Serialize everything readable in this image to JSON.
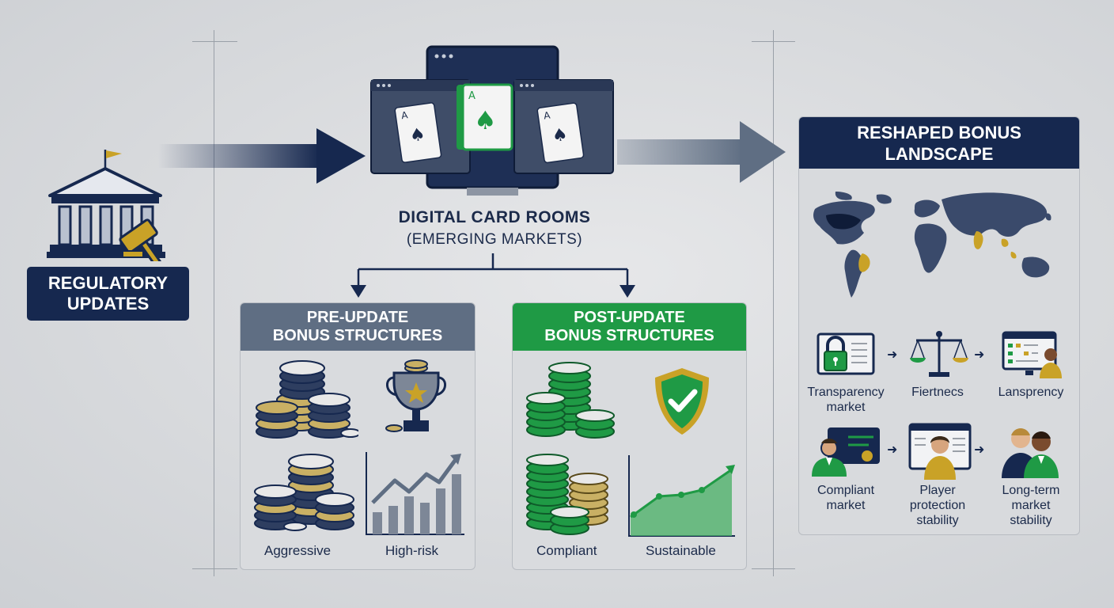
{
  "regulatory": {
    "line1": "REGULATORY",
    "line2": "UPDATES",
    "icon": "courthouse-gavel-icon"
  },
  "center": {
    "title": "DIGITAL CARD ROOMS",
    "subtitle": "(EMERGING MARKETS)",
    "icon": "card-room-monitor-icon"
  },
  "pre_update": {
    "title_line1": "PRE-UPDATE",
    "title_line2": "BONUS STRUCTURES",
    "captions": [
      "Aggressive",
      "High-risk"
    ],
    "color": "#5f6e83"
  },
  "post_update": {
    "title_line1": "POST-UPDATE",
    "title_line2": "BONUS STRUCTURES",
    "captions": [
      "Compliant",
      "Sustainable"
    ],
    "color": "#1f9a45"
  },
  "landscape": {
    "title_line1": "RESHAPED BONUS",
    "title_line2": "LANDSCAPE",
    "row1": [
      {
        "label": "Transparency\nmarket",
        "icon": "padlock-document-icon"
      },
      {
        "label": "Fiertnecs",
        "icon": "scales-icon"
      },
      {
        "label": "Lansprency",
        "icon": "dashboard-person-icon"
      }
    ],
    "row2": [
      {
        "label": "Compliant\nmarket",
        "icon": "id-card-person-icon"
      },
      {
        "label": "Player\nprotection\nstability",
        "icon": "profile-screen-icon"
      },
      {
        "label": "Long-term\nmarket\nstability",
        "icon": "people-pair-icon"
      }
    ]
  },
  "colors": {
    "navy": "#16284f",
    "green": "#1f9a45",
    "gold": "#c9a227",
    "slate": "#5f6e83"
  }
}
